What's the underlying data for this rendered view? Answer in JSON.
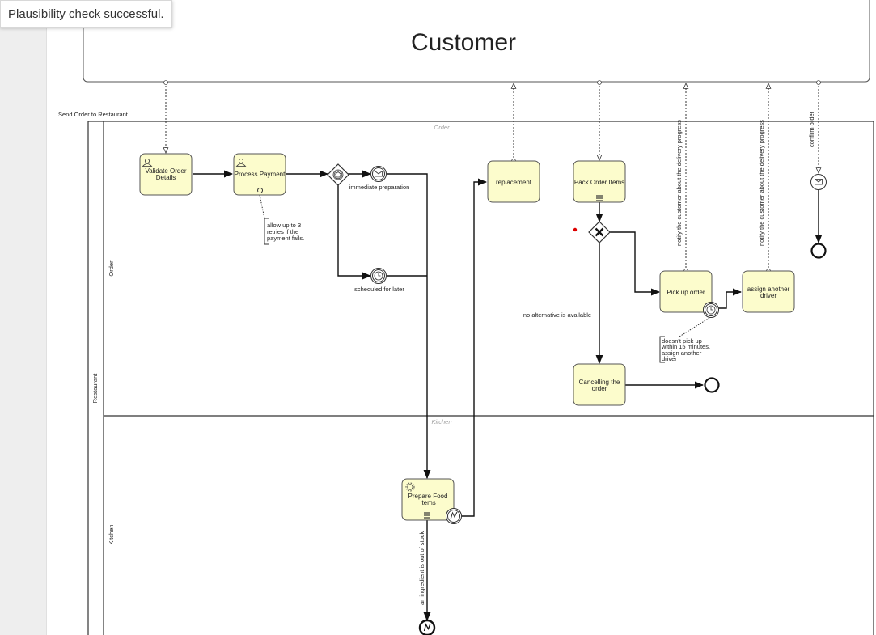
{
  "toast": {
    "message": "Plausibility check successful."
  },
  "pools": {
    "customer": {
      "name": "Customer"
    },
    "restaurant": {
      "name": "Restaurant"
    }
  },
  "lanes": {
    "order": {
      "label": "Order",
      "watermark": "Order"
    },
    "kitchen": {
      "label": "Kitchen",
      "watermark": "Kitchen"
    }
  },
  "tasks": {
    "validate": [
      "Validate Order",
      "Details"
    ],
    "payment": [
      "Process Payment"
    ],
    "replacement": [
      "replacement"
    ],
    "pack": [
      "Pack Order Items"
    ],
    "pickup": [
      "Pick up order"
    ],
    "assign": [
      "assign another",
      "driver"
    ],
    "cancel": [
      "Cancelling the",
      "order"
    ],
    "prepare": [
      "Prepare Food",
      "Items"
    ]
  },
  "events": {
    "immediate": "immediate preparation",
    "scheduled": "scheduled for later",
    "no_alternative": "no alternative is available",
    "out_of_stock": "an ingredient is out of stock"
  },
  "annotations": {
    "retries": [
      "allow up to 3",
      "retries if the",
      "payment fails."
    ],
    "pickup_timeout": [
      "doesn't pick up",
      "within 15 minutes,",
      "assign another",
      "driver"
    ]
  },
  "message_flows": {
    "send_order": "Send Order to Restaurant",
    "notify1": "notify the customer about the delivery progress",
    "notify2": "notify the customer about the delivery progress",
    "confirm": "confirm order"
  },
  "colors": {
    "task_fill": "#fcfccc",
    "task_stroke": "#555555",
    "line": "#111111",
    "lane_stroke": "#333333",
    "marker_red": "#dd0000"
  }
}
